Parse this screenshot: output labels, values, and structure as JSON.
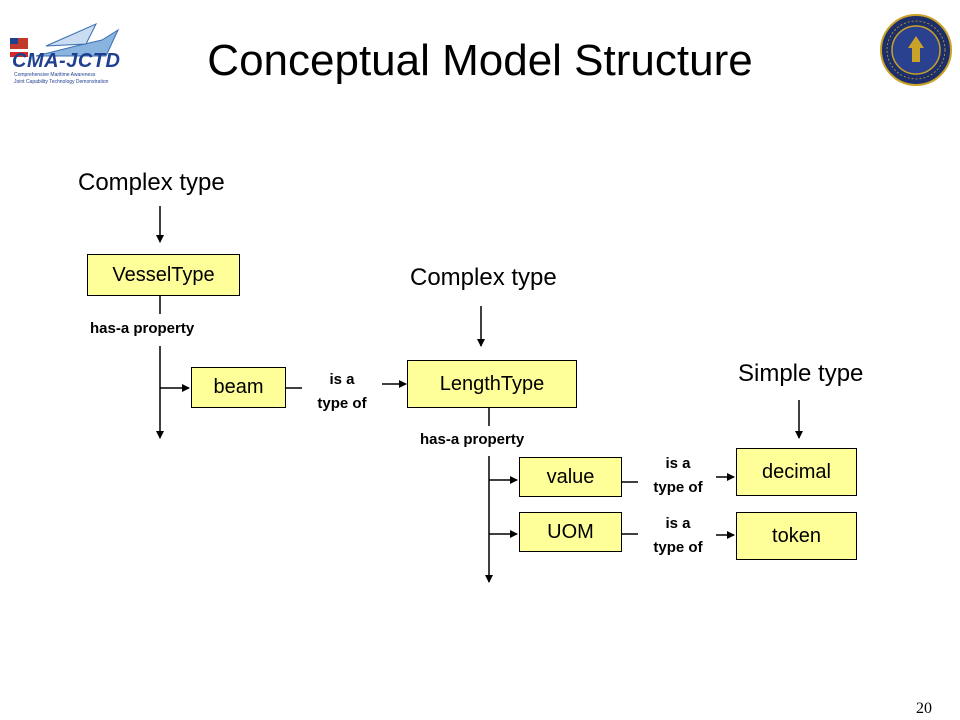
{
  "title": "Conceptual Model Structure",
  "logo_left": {
    "text": "CMA-JCTD",
    "subtext_1": "Comprehensive Maritime Awareness",
    "subtext_2": "Joint Capability Technology Demonstration"
  },
  "logo_right": {
    "icon": "navy-seal-icon"
  },
  "labels": {
    "complex_type_1": "Complex type",
    "complex_type_2": "Complex type",
    "simple_type": "Simple type",
    "has_a_property_1": "has-a property",
    "has_a_property_2": "has-a property",
    "is_a_1_line1": "is a",
    "is_a_1_line2": "type of",
    "is_a_2_line1": "is a",
    "is_a_2_line2": "type of",
    "is_a_3_line1": "is a",
    "is_a_3_line2": "type of"
  },
  "boxes": {
    "vessel_type": "VesselType",
    "beam": "beam",
    "length_type": "LengthType",
    "value": "value",
    "uom": "UOM",
    "decimal": "decimal",
    "token": "token"
  },
  "colors": {
    "box_fill": "#ffff99",
    "line": "#000000"
  },
  "page_number": "20"
}
